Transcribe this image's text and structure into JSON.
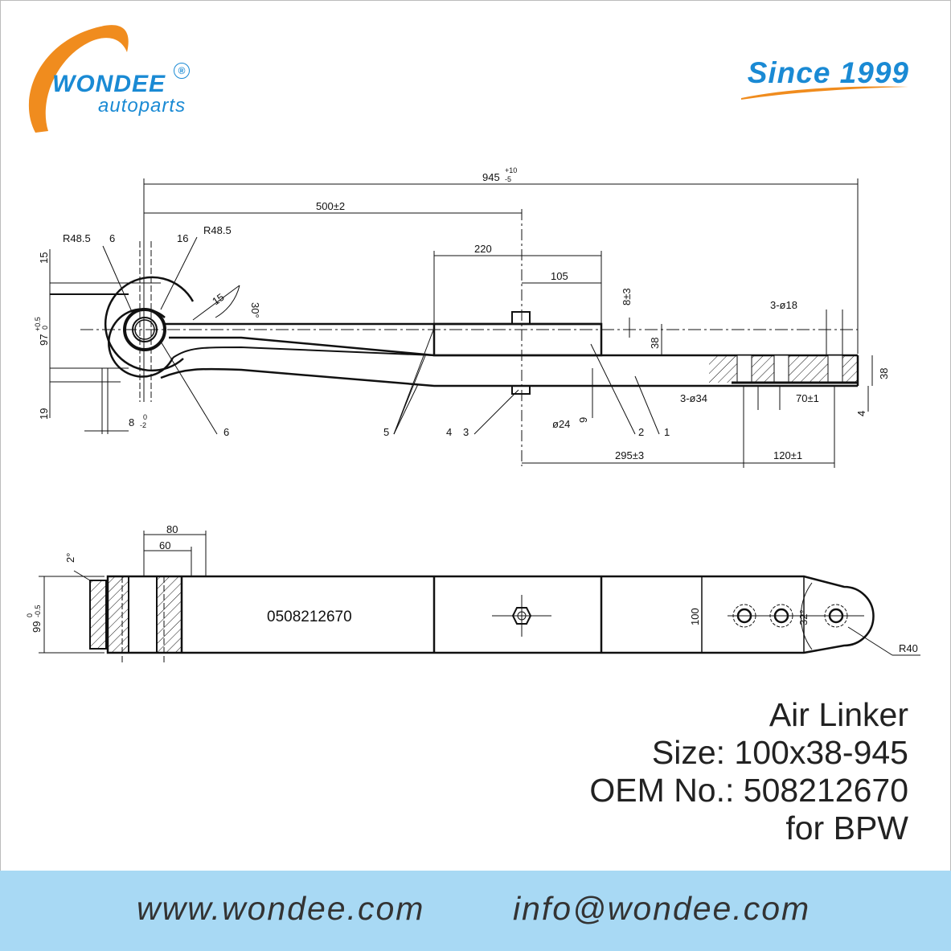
{
  "brand": {
    "name": "WONDEE",
    "sub": "autoparts",
    "registered": "®",
    "since": "Since 1999",
    "orange": "#f08c1e",
    "blue": "#1a8ad4"
  },
  "drawing": {
    "top_view": {
      "overall_length": "945",
      "overall_tol_upper": "+10",
      "overall_tol_lower": "-5",
      "eye_to_center": "500±2",
      "clamp_length": "220",
      "clamp_half": "105",
      "clamp_offset": "8±3",
      "clamp_height": "38",
      "holes_small": "3-ø18",
      "holes_large": "3-ø34",
      "hole_pitch": "70±1",
      "end_thickness": "38",
      "end_gap": "4",
      "bolt_dia": "ø24",
      "bolt_len": "9",
      "center_to_hole": "295±3",
      "hole_span": "120±1",
      "eye_radius_left": "R48.5",
      "eye_radius_right": "R48.5",
      "eye_gap_left": "6",
      "eye_gap_right": "16",
      "top_offset": "15",
      "eye_height": "97",
      "eye_height_tol_upper": "+0.5",
      "eye_height_tol_lower": "0",
      "bottom_offset": "19",
      "eye_width": "8",
      "eye_width_tol_upper": "0",
      "eye_width_tol_lower": "-2",
      "wrap_len": "15",
      "wrap_angle": "30°",
      "callouts": [
        "6",
        "5",
        "4",
        "3",
        "2",
        "1"
      ]
    },
    "bottom_view": {
      "part_mark": "0508212670",
      "bush_outer": "80",
      "bush_inner": "60",
      "taper_angle": "2°",
      "width": "99",
      "width_tol_upper": "0",
      "width_tol_lower": "-0.5",
      "plate_width": "100",
      "end_angle": "32°",
      "end_radius": "R40"
    }
  },
  "product": {
    "name": "Air Linker",
    "size": "Size: 100x38-945",
    "oem": "OEM No.: 508212670",
    "application": "for BPW"
  },
  "footer": {
    "website": "www.wondee.com",
    "email": "info@wondee.com",
    "bg": "#a8d9f4"
  }
}
